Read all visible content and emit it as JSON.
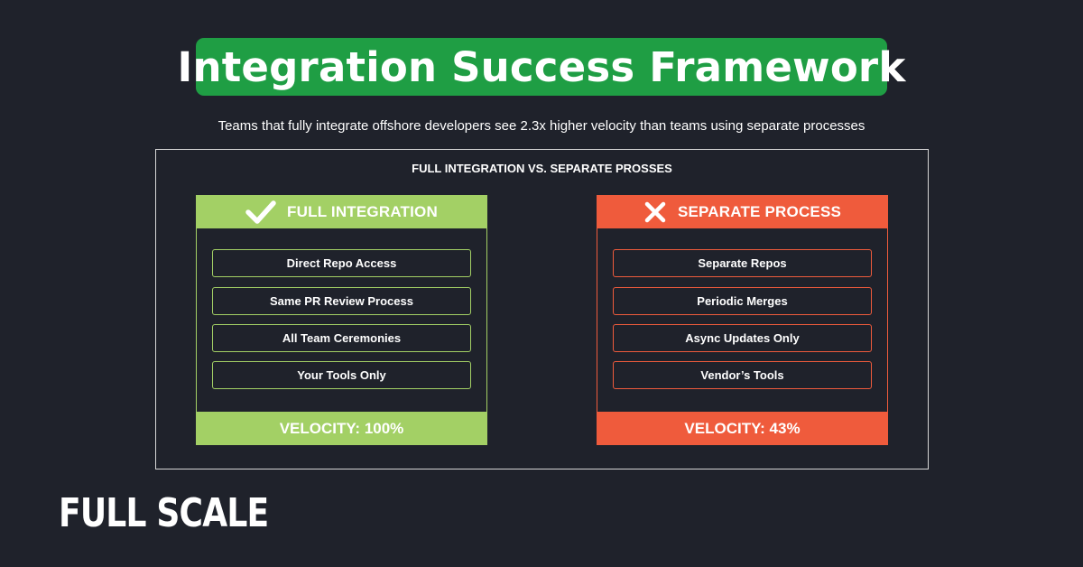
{
  "title": "Integration Success Framework",
  "subtitle": "Teams that fully integrate offshore developers see 2.3x higher velocity than teams using separate processes",
  "comparison": {
    "heading": "FULL INTEGRATION VS. SEPARATE PROSSES",
    "full_integration": {
      "icon": "checkmark-icon",
      "label": "FULL INTEGRATION",
      "color": "#a3d065",
      "items": [
        "Direct Repo Access",
        "Same PR Review Process",
        "All Team Ceremonies",
        "Your Tools Only"
      ],
      "footer": "VELOCITY: 100%"
    },
    "separate_process": {
      "icon": "x-mark-icon",
      "label": "SEPARATE PROCESS",
      "color": "#ef5b3c",
      "items": [
        "Separate Repos",
        "Periodic Merges",
        "Async Updates Only",
        "Vendor’s Tools"
      ],
      "footer": "VELOCITY: 43%"
    }
  },
  "logo": "FULL SCALE",
  "colors": {
    "background": "#1f222b",
    "title_bg": "#1f9e44"
  }
}
